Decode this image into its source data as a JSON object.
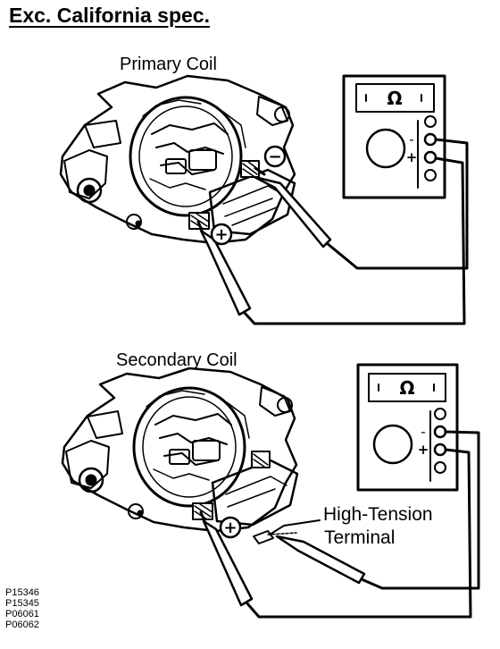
{
  "title": "Exc. California spec.",
  "sections": {
    "primary": {
      "label": "Primary Coil"
    },
    "secondary": {
      "label": "Secondary Coil"
    }
  },
  "callout": {
    "line1": "High-Tension",
    "line2": "Terminal"
  },
  "meter": {
    "display_symbol": "Ω",
    "minus": "-",
    "plus": "+"
  },
  "polarity": {
    "plus": "+",
    "minus": "−"
  },
  "figure_codes": [
    "P15346",
    "P15345",
    "P06061",
    "P06062"
  ]
}
